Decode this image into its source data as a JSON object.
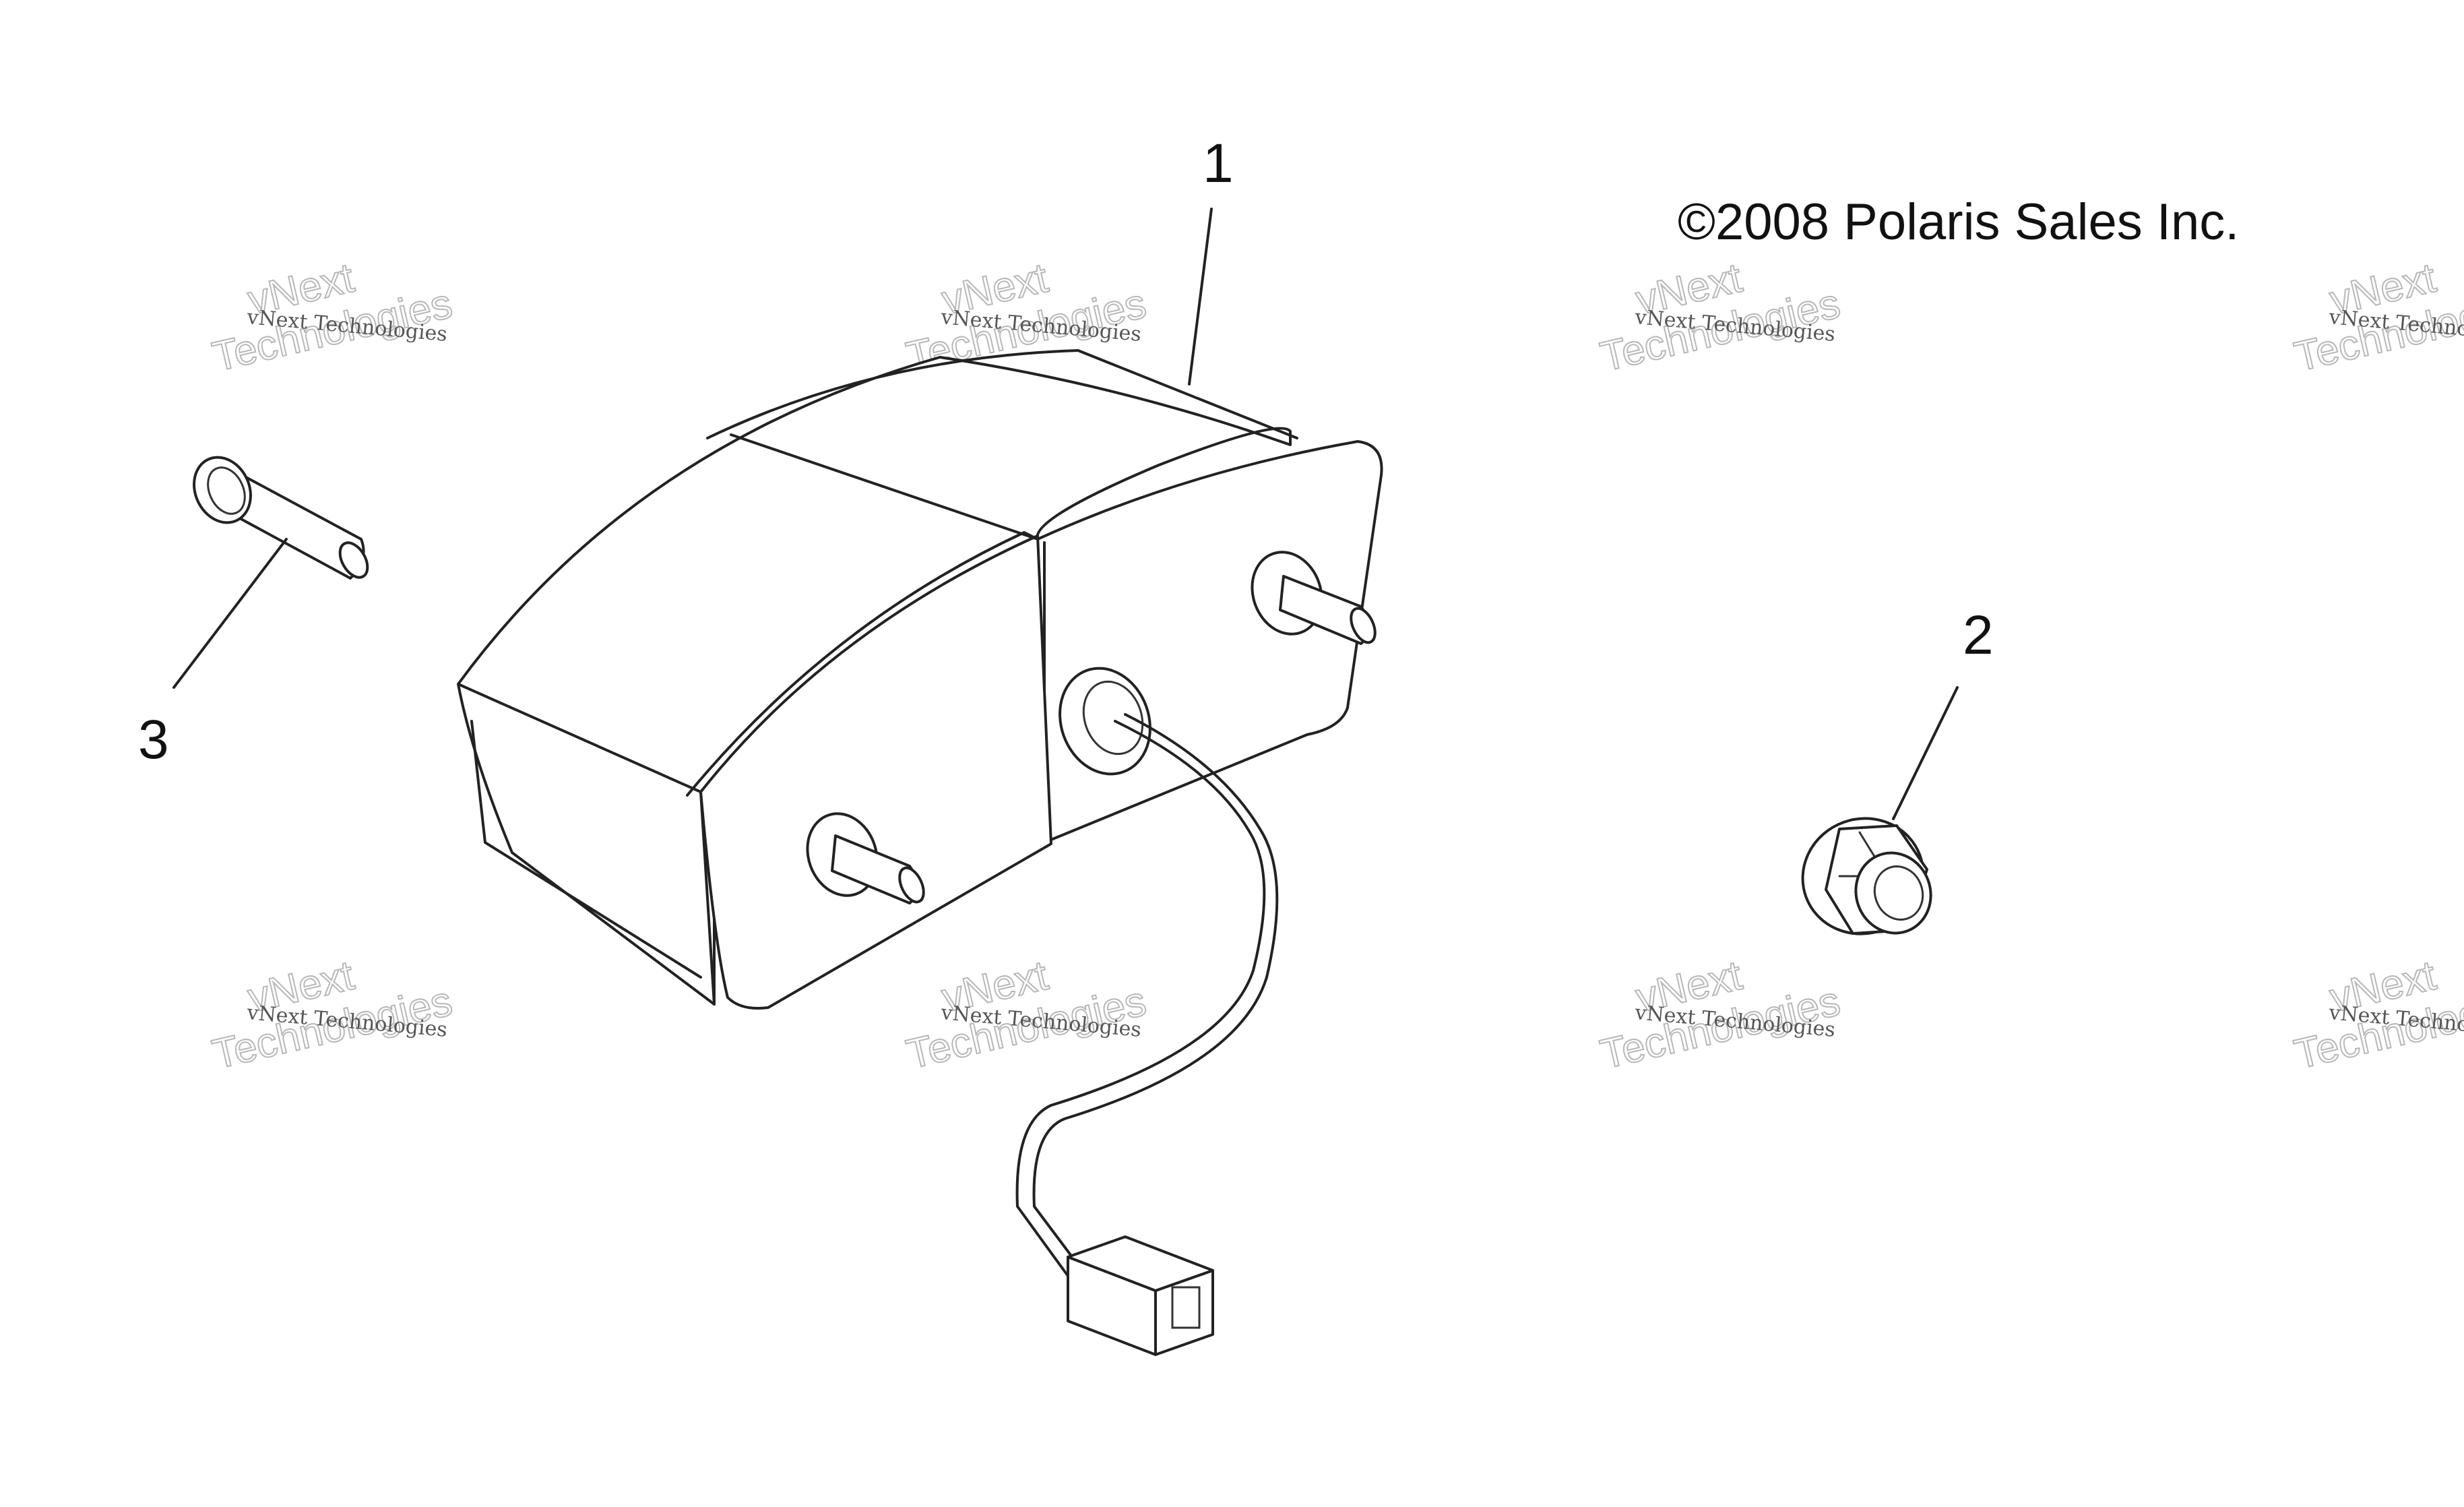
{
  "copyright": "©2008  Polaris Sales Inc.",
  "callouts": [
    "1",
    "2",
    "3"
  ],
  "watermark": {
    "small": "vNext Technologies",
    "big_top": "vNext",
    "big_bottom": "Technologies"
  },
  "parts": {
    "lamp": "tail-lamp-assembly",
    "nut": "flange-nut",
    "screw": "mounting-screw"
  }
}
